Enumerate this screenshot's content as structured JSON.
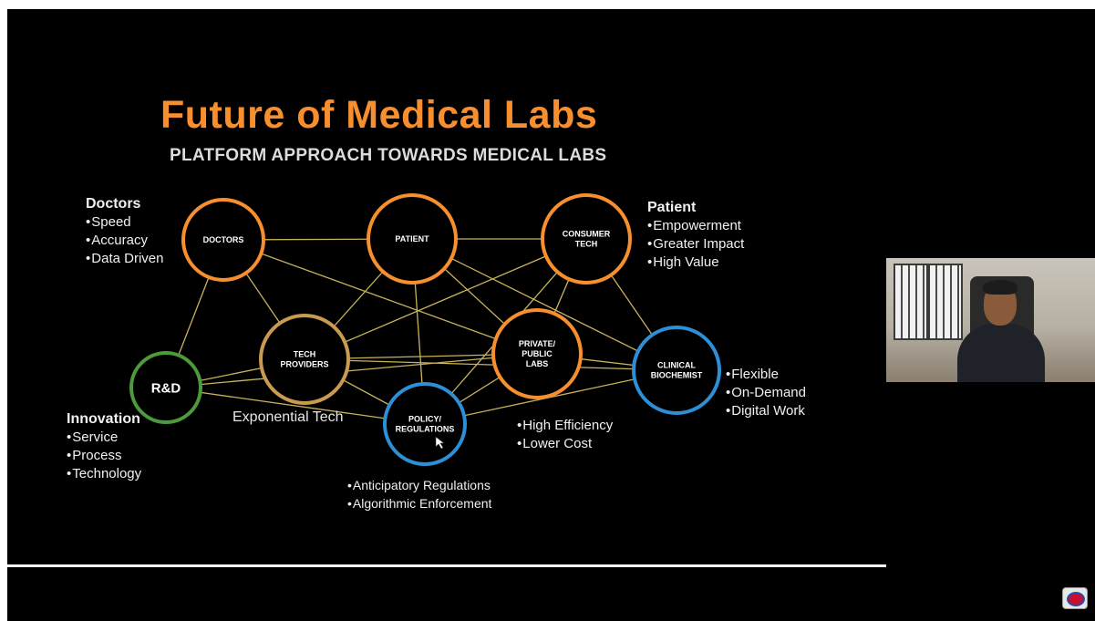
{
  "slide": {
    "title": "Future of Medical Labs",
    "subtitle": "PLATFORM APPROACH TOWARDS MEDICAL LABS",
    "nodes": [
      {
        "id": "doctors",
        "lines": [
          "DOCTORS"
        ],
        "ring_color": "#f78f2e"
      },
      {
        "id": "patient",
        "lines": [
          "PATIENT"
        ],
        "ring_color": "#f78f2e"
      },
      {
        "id": "consumer",
        "lines": [
          "CONSUMER",
          "TECH"
        ],
        "ring_color": "#f78f2e"
      },
      {
        "id": "tech",
        "lines": [
          "TECH",
          "PROVIDERS"
        ],
        "ring_color": "#c99a52"
      },
      {
        "id": "labs",
        "lines": [
          "PRIVATE/",
          "PUBLIC",
          "LABS"
        ],
        "ring_color": "#f78f2e"
      },
      {
        "id": "rd",
        "lines": [
          "R&D"
        ],
        "ring_color": "#4c9a3c"
      },
      {
        "id": "policy",
        "lines": [
          "POLICY/",
          "REGULATIONS"
        ],
        "ring_color": "#2e8fd6"
      },
      {
        "id": "clinical",
        "lines": [
          "CLINICAL",
          "BIOCHEMIST"
        ],
        "ring_color": "#2e8fd6"
      }
    ],
    "line_color": "#c9b35a",
    "doctors_panel": {
      "heading": "Doctors",
      "items": [
        "Speed",
        "Accuracy",
        "Data Driven"
      ]
    },
    "patient_panel": {
      "heading": "Patient",
      "items": [
        "Empowerment",
        "Greater Impact",
        "High Value"
      ]
    },
    "innovation_panel": {
      "heading": "Innovation",
      "items": [
        "Service",
        "Process",
        "Technology"
      ]
    },
    "clinical_panel": {
      "items": [
        "Flexible",
        "On-Demand",
        "Digital Work"
      ]
    },
    "labs_panel": {
      "items": [
        "High Efficiency",
        "Lower Cost"
      ]
    },
    "policy_panel": {
      "items": [
        "Anticipatory Regulations",
        "Algorithmic Enforcement"
      ]
    },
    "tech_caption": "Exponential Tech"
  },
  "colors": {
    "accent": "#f78f2e",
    "background": "#000000"
  },
  "icons": {
    "pointer": "cursor-icon",
    "channel_logo": "channel-logo-icon"
  }
}
